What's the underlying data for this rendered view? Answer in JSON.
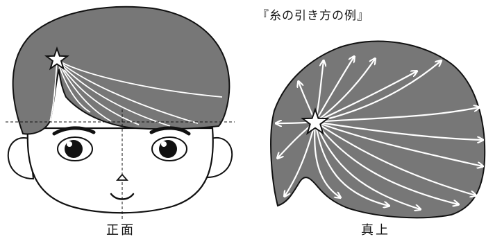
{
  "figure": {
    "title": "『糸の引き方の例』",
    "captions": {
      "front": "正面",
      "top": "真上"
    }
  },
  "colors": {
    "hair": "#777777",
    "outline": "#111111",
    "thread": "#ffffff"
  },
  "icons": [
    "star-icon",
    "arrow-icon"
  ]
}
